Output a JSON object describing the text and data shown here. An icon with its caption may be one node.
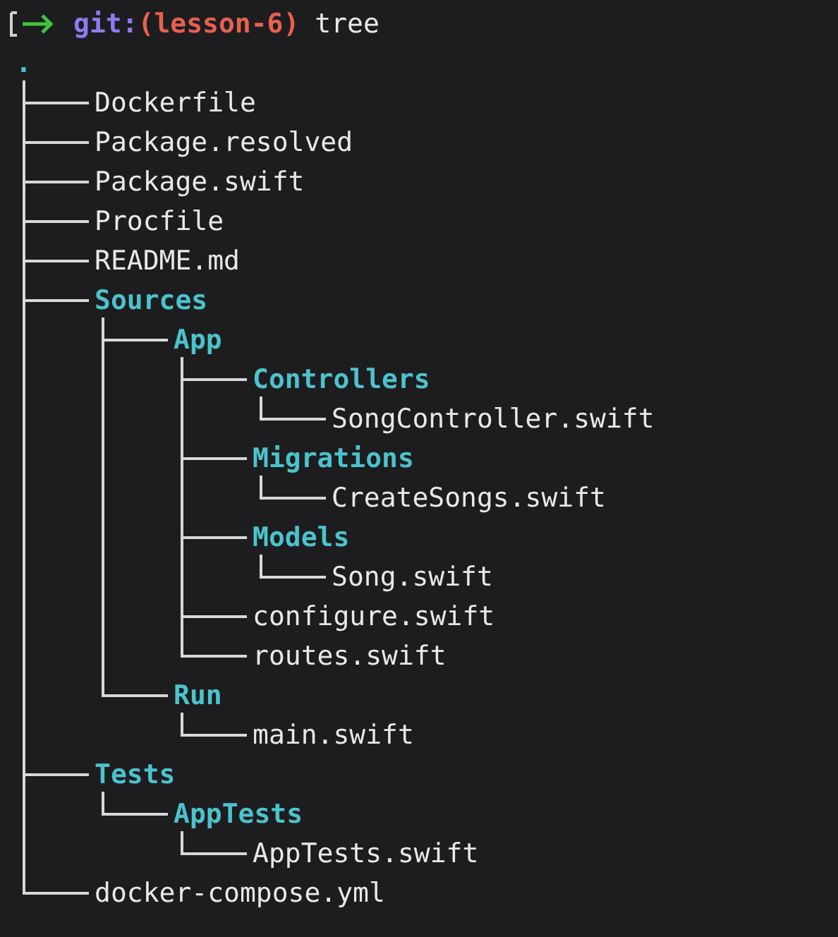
{
  "diagram": {
    "nodes": [
      {
        "text": [
          "."
        ]
      },
      {
        "text": [
          "Dockerfile"
        ]
      },
      {
        "text": [
          "Package.resolved"
        ]
      },
      {
        "text": [
          "Package.swift"
        ]
      },
      {
        "text": [
          "Procfile"
        ]
      },
      {
        "text": [
          "README.md"
        ]
      },
      {
        "text": [
          "Sources"
        ]
      },
      {
        "text": [
          "App"
        ]
      },
      {
        "text": [
          "Controllers"
        ]
      },
      {
        "text": [
          "SongController.swift"
        ]
      },
      {
        "text": [
          "Migrations"
        ]
      },
      {
        "text": [
          "CreateSongs.swift"
        ]
      },
      {
        "text": [
          "Models"
        ]
      },
      {
        "text": [
          "Song.swift"
        ]
      },
      {
        "text": [
          "configure.swift"
        ]
      },
      {
        "text": [
          "routes.swift"
        ]
      },
      {
        "text": [
          "Run"
        ]
      },
      {
        "text": [
          "main.swift"
        ]
      },
      {
        "text": [
          "Tests"
        ]
      },
      {
        "text": [
          "AppTests"
        ]
      },
      {
        "text": [
          "AppTests.swift"
        ]
      },
      {
        "text": [
          "docker-compose.yml"
        ]
      }
    ],
    "edges": [
      {
        "from": 0,
        "to": 1,
        "arrow": "none"
      },
      {
        "from": 0,
        "to": 2,
        "arrow": "none"
      },
      {
        "from": 0,
        "to": 3,
        "arrow": "none"
      },
      {
        "from": 0,
        "to": 4,
        "arrow": "none"
      },
      {
        "from": 0,
        "to": 5,
        "arrow": "none"
      },
      {
        "from": 0,
        "to": 6,
        "arrow": "none"
      },
      {
        "from": 6,
        "to": 7,
        "arrow": "none"
      },
      {
        "from": 7,
        "to": 8,
        "arrow": "none"
      },
      {
        "from": 8,
        "to": 9,
        "arrow": "none"
      },
      {
        "from": 7,
        "to": 10,
        "arrow": "none"
      },
      {
        "from": 10,
        "to": 11,
        "arrow": "none"
      },
      {
        "from": 7,
        "to": 12,
        "arrow": "none"
      },
      {
        "from": 12,
        "to": 13,
        "arrow": "none"
      },
      {
        "from": 7,
        "to": 14,
        "arrow": "none"
      },
      {
        "from": 7,
        "to": 15,
        "arrow": "none"
      },
      {
        "from": 6,
        "to": 16,
        "arrow": "none"
      },
      {
        "from": 16,
        "to": 17,
        "arrow": "none"
      },
      {
        "from": 0,
        "to": 18,
        "arrow": "none"
      },
      {
        "from": 18,
        "to": 19,
        "arrow": "none"
      },
      {
        "from": 19,
        "to": 20,
        "arrow": "none"
      },
      {
        "from": 0,
        "to": 21,
        "arrow": "none"
      }
    ],
    "labels": [
      "git:",
      "(lesson-6)",
      "tree"
    ]
  }
}
